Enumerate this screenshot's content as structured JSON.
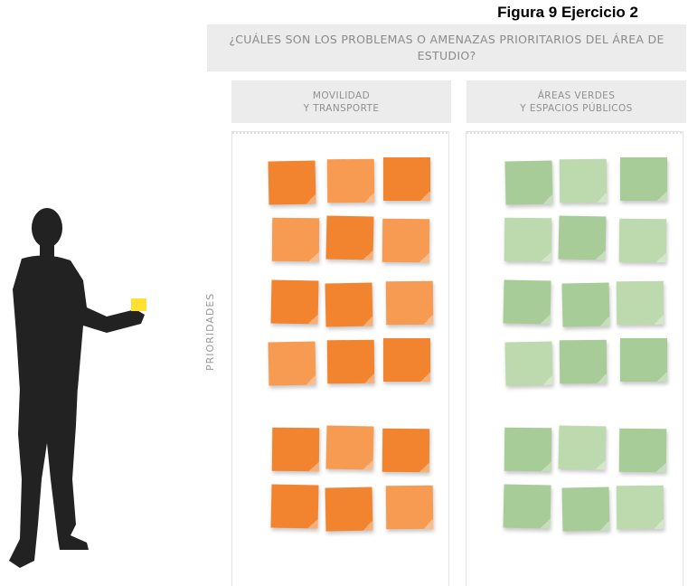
{
  "figure_title": "Figura 9 Ejercicio 2",
  "question": "¿CUÁLES SON LOS PROBLEMAS O AMENAZAS PRIORITARIOS DEL ÁREA DE ESTUDIO?",
  "columns": [
    {
      "line1": "MOVILIDAD",
      "line2": "Y TRANSPORTE",
      "note_color": "#f2842f",
      "note_color_alt": "#f79a52"
    },
    {
      "line1": "ÁREAS VERDES",
      "line2": "Y ESPACIOS PÚBLICOS",
      "note_color": "#a8cc98",
      "note_color_alt": "#bcdaad"
    }
  ],
  "side_label": "PRIORIDADES",
  "notes_per_group": 6,
  "groups": 3,
  "colors": {
    "person": "#222222",
    "held_note": "#ffe033",
    "header_bg": "#ececec"
  }
}
